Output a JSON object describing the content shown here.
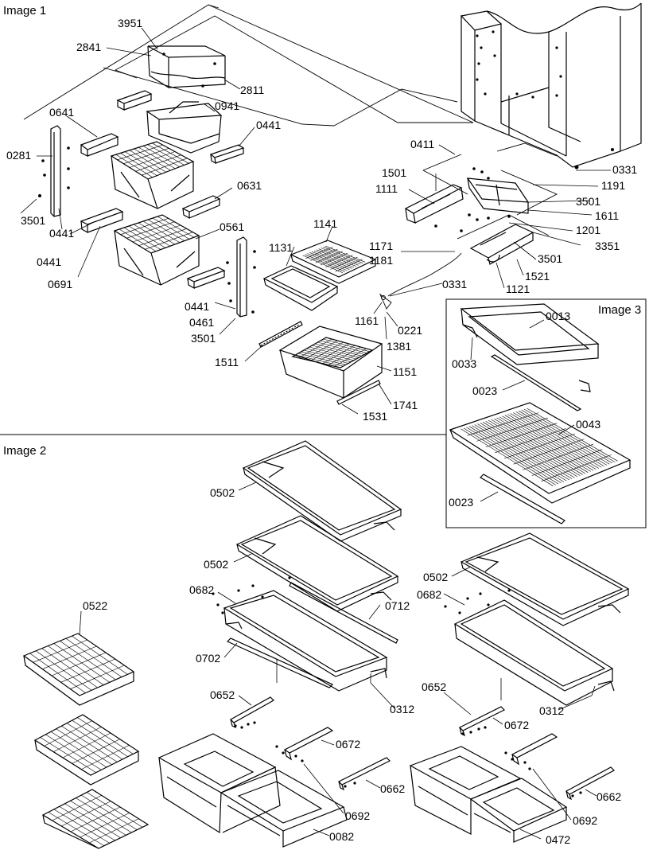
{
  "sections": {
    "image1": "Image 1",
    "image2": "Image 2",
    "image3": "Image 3"
  },
  "labels": {
    "p3951": "3951",
    "p2841": "2841",
    "p2811": "2811",
    "p0941": "0941",
    "p0641": "0641",
    "p0441a": "0441",
    "p0281": "0281",
    "p0631": "0631",
    "p3501a": "3501",
    "p0441b": "0441",
    "p0441c": "0441",
    "p0691": "0691",
    "p0561": "0561",
    "p0441d": "0441",
    "p0461": "0461",
    "p3501b": "3501",
    "p1511": "1511",
    "p1131": "1131",
    "p1141": "1141",
    "p1171": "1171",
    "p1181": "1181",
    "p0331a": "0331",
    "p1161": "1161",
    "p0221": "0221",
    "p1381": "1381",
    "p1151": "1151",
    "p1741": "1741",
    "p1531": "1531",
    "p0411": "0411",
    "p1501": "1501",
    "p1111": "1111",
    "p0331b": "0331",
    "p1191": "1191",
    "p3501c": "3501",
    "p1611": "1611",
    "p1201": "1201",
    "p3351": "3351",
    "p3501d": "3501",
    "p1521": "1521",
    "p1121": "1121",
    "p0013": "0013",
    "p0033": "0033",
    "p0023a": "0023",
    "p0043": "0043",
    "p0023b": "0023",
    "p0502a": "0502",
    "p0502b": "0502",
    "p0682a": "0682",
    "p0712": "0712",
    "p0702": "0702",
    "p0522": "0522",
    "p0312a": "0312",
    "p0652a": "0652",
    "p0672a": "0672",
    "p0662a": "0662",
    "p0692a": "0692",
    "p0082": "0082",
    "p0502c": "0502",
    "p0682b": "0682",
    "p0312b": "0312",
    "p0652b": "0652",
    "p0672b": "0672",
    "p0662b": "0662",
    "p0692b": "0692",
    "p0472": "0472"
  }
}
